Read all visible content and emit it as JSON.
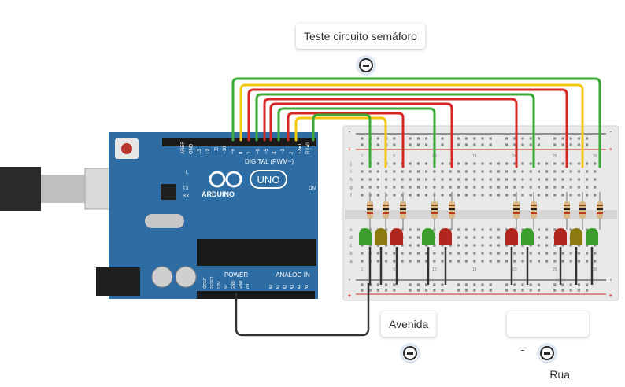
{
  "notes": {
    "title": "Teste circuito semáforo",
    "avenida": "Avenida",
    "rua_dash": "-",
    "rua": "Rua"
  },
  "arduino": {
    "brand": "ARDUINO",
    "model": "UNO",
    "digital_label": "DIGITAL (PWM~)",
    "power_label": "POWER",
    "analog_label": "ANALOG IN",
    "on_label": "ON",
    "l_label": "L",
    "tx_label": "TX",
    "rx_label": "RX",
    "digital_pins": [
      "AREF",
      "GND",
      "13",
      "12",
      "~11",
      "~10",
      "~9",
      "8",
      "7",
      "~6",
      "~5",
      "4",
      "~3",
      "2",
      "TX▸1",
      "RX◂0"
    ],
    "power_pins": [
      "IOREF",
      "RESET",
      "3.3V",
      "5V",
      "GND",
      "GND",
      "Vin"
    ],
    "analog_pins": [
      "A0",
      "A1",
      "A2",
      "A3",
      "A4",
      "A5"
    ]
  },
  "breadboard": {
    "col_numbers": [
      "1",
      "5",
      "10",
      "15",
      "20",
      "25",
      "30"
    ],
    "row_letters_top": [
      "j",
      "i",
      "h",
      "g",
      "f"
    ],
    "row_letters_bottom": [
      "e",
      "d",
      "c",
      "b",
      "a"
    ]
  },
  "colors": {
    "board": "#2e6da4",
    "wire_green": "#3aa935",
    "wire_yellow": "#f2c811",
    "wire_red": "#d62626",
    "wire_black": "#333333",
    "led_red": "#b3261e",
    "led_green": "#3a9e2b",
    "led_yellow": "#8c7a10"
  }
}
